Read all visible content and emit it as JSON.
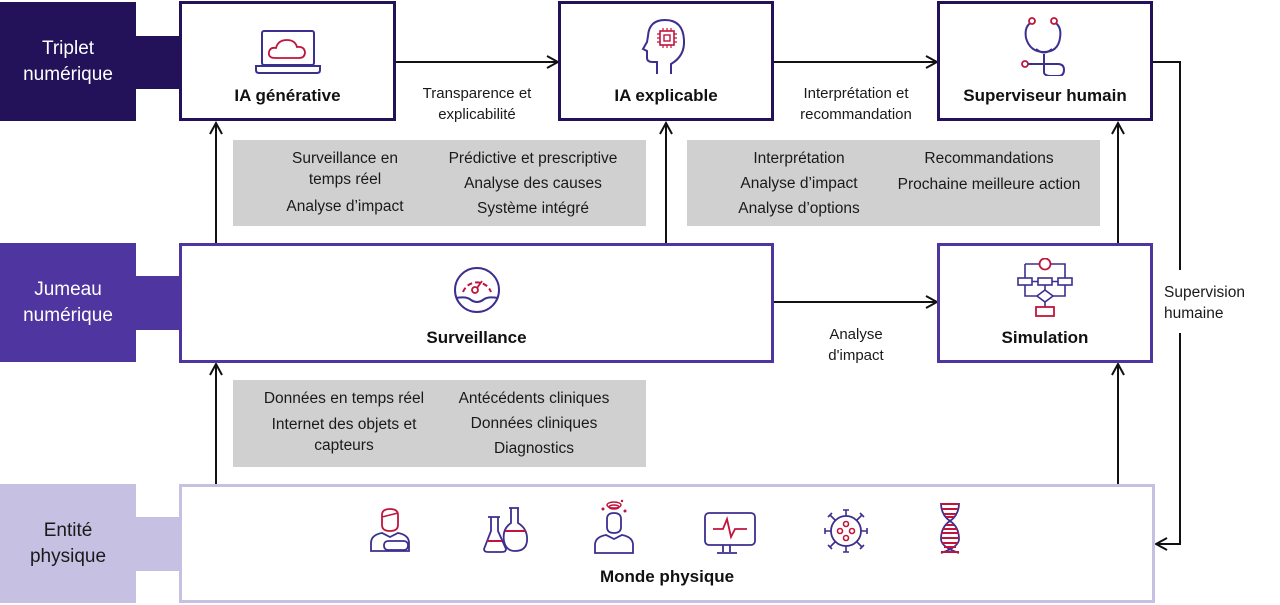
{
  "tiers": [
    {
      "label": "Triplet numérique",
      "color": "#23125a",
      "text_color": "#ffffff"
    },
    {
      "label": "Jumeau numérique",
      "color": "#4f35a0",
      "text_color": "#ffffff"
    },
    {
      "label": "Entité physique",
      "color": "#c6c0e3",
      "text_color": "#1a1a1a"
    }
  ],
  "boxes": {
    "generative_ai": {
      "title": "IA générative",
      "icon": "laptop-cloud-icon"
    },
    "explainable_ai": {
      "title": "IA explicable",
      "icon": "head-chip-icon"
    },
    "human_supervisor": {
      "title": "Superviseur humain",
      "icon": "stethoscope-icon"
    },
    "monitoring": {
      "title": "Surveillance",
      "icon": "gauge-icon"
    },
    "simulation": {
      "title": "Simulation",
      "icon": "flowchart-icon"
    },
    "physical_world": {
      "title": "Monde physique",
      "icons": [
        "doctor-icon",
        "flasks-icon",
        "dizzy-patient-icon",
        "heart-monitor-icon",
        "virus-icon",
        "dna-icon"
      ]
    }
  },
  "arrow_labels": {
    "transparency": "Transparence et explicabilité",
    "interpretation": "Interprétation et recommandation",
    "impact": "Analyse d'impact",
    "supervision": "Supervision humaine"
  },
  "panels": {
    "gen_ai": {
      "left": [
        "Surveillance en temps réel",
        "Analyse d’impact"
      ],
      "right": [
        "Prédictive et prescriptive",
        "Analyse des causes",
        "Système intégré"
      ]
    },
    "xai": {
      "left": [
        "Interprétation",
        "Analyse d’impact",
        "Analyse d’options"
      ],
      "right": [
        "Recommandations",
        "Prochaine meilleure action"
      ]
    },
    "data": {
      "left": [
        "Données en temps réel",
        "Internet des objets et capteurs"
      ],
      "right": [
        "Antécédents cliniques",
        "Données cliniques",
        "Diagnostics"
      ]
    }
  },
  "colors": {
    "top_border": "#23125a",
    "mid_border": "#4f35a0",
    "bottom_border": "#c6c0e3",
    "icon_purple": "#3b2f8f",
    "icon_red": "#c0143c",
    "panel_gray": "#d0d0d0"
  }
}
